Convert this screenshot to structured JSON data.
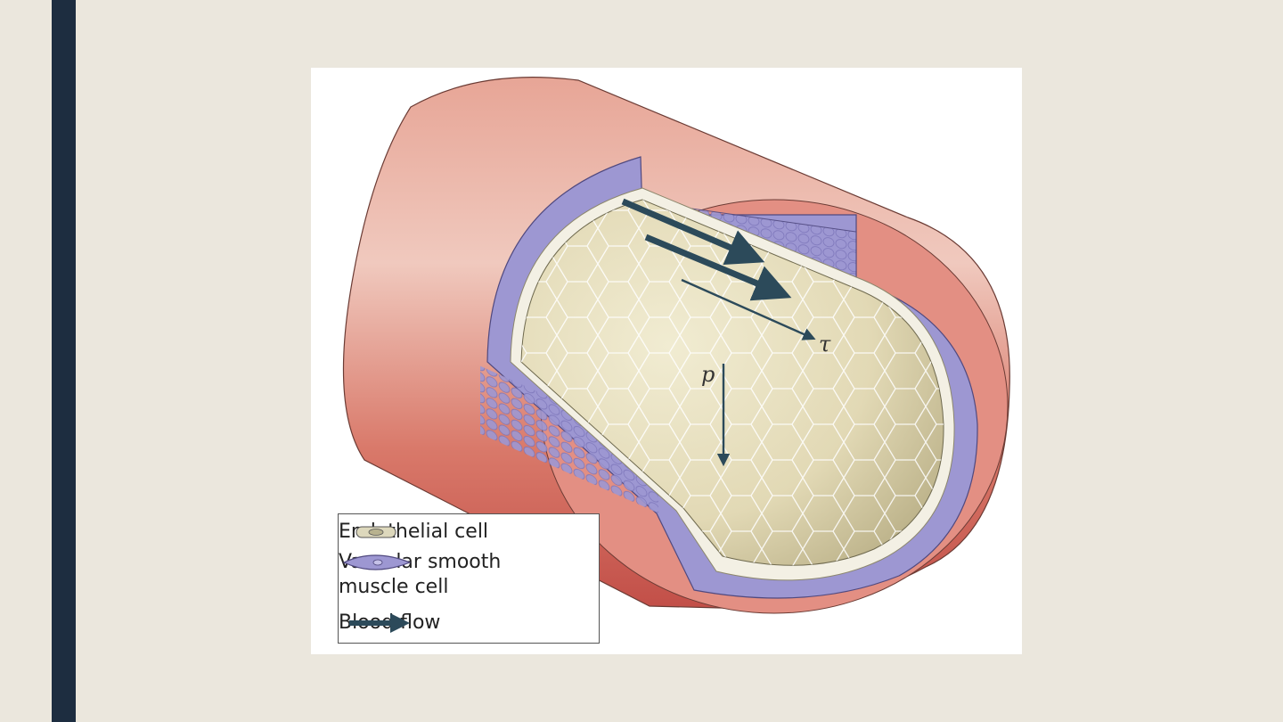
{
  "figure": {
    "labels": {
      "shear_stress": "τ",
      "pressure": "p"
    },
    "legend": {
      "items": [
        {
          "label": "Endothelial cell",
          "icon": "endothelial-cell-icon"
        },
        {
          "label": "Vascular smooth\nmuscle cell",
          "icon": "smooth-muscle-cell-icon"
        },
        {
          "label": "Blood flow",
          "icon": "blood-flow-arrow-icon"
        }
      ]
    },
    "colors": {
      "vessel_outer": "#d6786b",
      "vessel_highlight": "#efc6bb",
      "smooth_muscle": "#8c86c6",
      "endothelium": "#ddd8bc",
      "arrow": "#2c4a5a"
    }
  }
}
